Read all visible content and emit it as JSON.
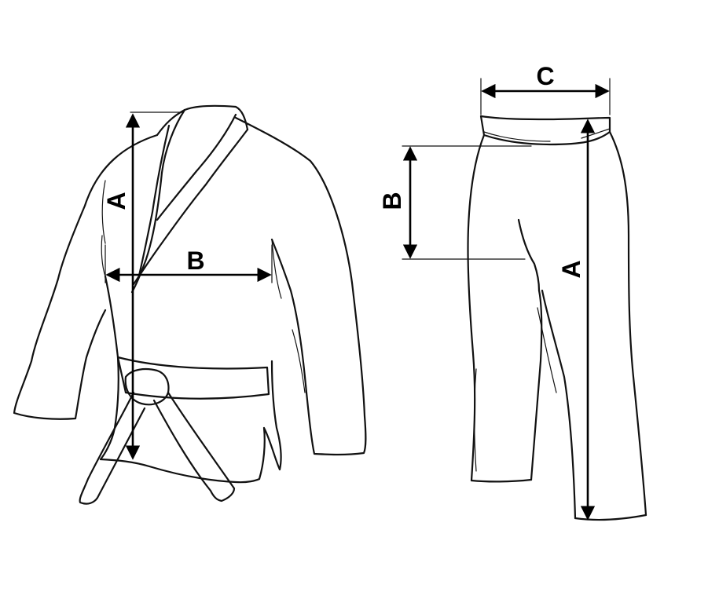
{
  "jacket": {
    "label_length": "A",
    "label_chest": "B"
  },
  "pants": {
    "label_waist": "C",
    "label_rise": "B",
    "label_length": "A"
  },
  "colors": {
    "stroke": "#111111",
    "background": "#ffffff"
  }
}
